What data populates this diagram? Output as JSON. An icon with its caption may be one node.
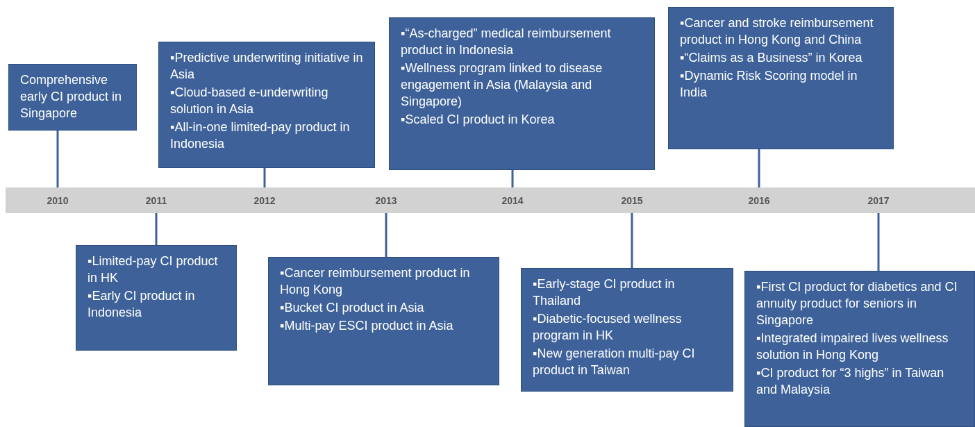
{
  "diagram": {
    "nodes": [
      {
        "text": [],
        "shape": "bar"
      },
      {
        "text": [
          "2010"
        ],
        "in": 0
      },
      {
        "text": [
          "2011"
        ],
        "in": 0
      },
      {
        "text": [
          "2012"
        ],
        "in": 0
      },
      {
        "text": [
          "2013"
        ],
        "in": 0
      },
      {
        "text": [
          "2014"
        ],
        "in": 0
      },
      {
        "text": [
          "2015"
        ],
        "in": 0
      },
      {
        "text": [
          "2016"
        ],
        "in": 0
      },
      {
        "text": [
          "2017"
        ],
        "in": 0
      },
      {
        "text": [
          "Comprehensive early CI product in Singapore"
        ]
      },
      {
        "text": [
          "▪Limited-pay CI product in HK",
          "▪Early CI product in Indonesia"
        ]
      },
      {
        "text": [
          "▪Predictive underwriting initiative in Asia",
          "▪Cloud-based e-underwriting solution in Asia",
          "▪All-in-one limited-pay product in Indonesia"
        ]
      },
      {
        "text": [
          "▪Cancer reimbursement product in Hong Kong",
          "▪Bucket CI product in Asia",
          "▪Multi-pay ESCI product in Asia"
        ]
      },
      {
        "text": [
          "▪“As-charged” medical reimbursement product in Indonesia",
          "▪Wellness program linked to disease engagement in Asia (Malaysia and Singapore)",
          "▪Scaled CI product in Korea"
        ]
      },
      {
        "text": [
          "▪Early-stage CI product in Thailand",
          "▪Diabetic-focused wellness program in HK",
          "▪New generation multi-pay CI product in Taiwan"
        ]
      },
      {
        "text": [
          "▪Cancer and stroke reimbursement product in Hong Kong and China",
          "▪“Claims as a Business” in Korea",
          "▪Dynamic Risk Scoring model in India"
        ]
      },
      {
        "text": [
          "▪First CI product for diabetics and CI annuity product for seniors in Singapore",
          "▪Integrated impaired lives wellness solution in Hong Kong",
          "▪CI product for “3 highs” in Taiwan and Malaysia"
        ]
      }
    ],
    "edges": [
      {
        "from": 9,
        "to": 1,
        "arrow": "none"
      },
      {
        "from": 10,
        "to": 2,
        "arrow": "none"
      },
      {
        "from": 11,
        "to": 3,
        "arrow": "none"
      },
      {
        "from": 12,
        "to": 4,
        "arrow": "none"
      },
      {
        "from": 13,
        "to": 5,
        "arrow": "none"
      },
      {
        "from": 14,
        "to": 6,
        "arrow": "none"
      },
      {
        "from": 15,
        "to": 7,
        "arrow": "none"
      },
      {
        "from": 16,
        "to": 8,
        "arrow": "none"
      }
    ]
  }
}
